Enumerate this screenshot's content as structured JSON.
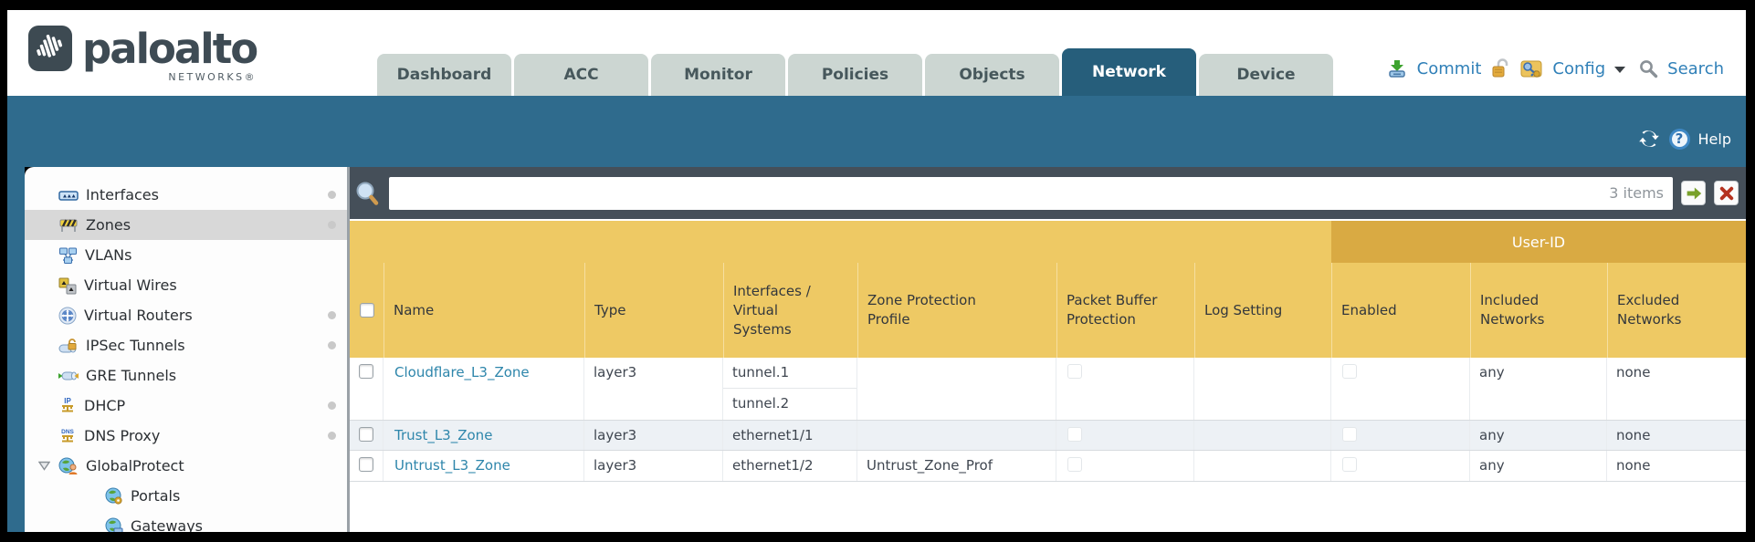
{
  "brand": {
    "wordmark": "paloalto",
    "subtext": "NETWORKS®"
  },
  "tabs": [
    {
      "label": "Dashboard"
    },
    {
      "label": "ACC"
    },
    {
      "label": "Monitor"
    },
    {
      "label": "Policies"
    },
    {
      "label": "Objects"
    },
    {
      "label": "Network"
    },
    {
      "label": "Device"
    }
  ],
  "active_tab": "Network",
  "top_actions": {
    "commit": "Commit",
    "config": "Config",
    "search": "Search"
  },
  "teal_toolbar": {
    "help": "Help"
  },
  "filter": {
    "value": "",
    "items_count": "3 items"
  },
  "sidebar": {
    "items": [
      {
        "label": "Interfaces",
        "dot": true
      },
      {
        "label": "Zones",
        "dot": true,
        "selected": true
      },
      {
        "label": "VLANs"
      },
      {
        "label": "Virtual Wires"
      },
      {
        "label": "Virtual Routers",
        "dot": true
      },
      {
        "label": "IPSec Tunnels",
        "dot": true
      },
      {
        "label": "GRE Tunnels"
      },
      {
        "label": "DHCP",
        "dot": true
      },
      {
        "label": "DNS Proxy",
        "dot": true
      },
      {
        "label": "GlobalProtect",
        "expanded": true
      },
      {
        "label": "Portals",
        "child": true
      },
      {
        "label": "Gateways",
        "child": true
      }
    ]
  },
  "table": {
    "group_header": "User-ID",
    "columns": {
      "name": "Name",
      "type": "Type",
      "interfaces": "Interfaces /\nVirtual\nSystems",
      "zpp": "Zone Protection\nProfile",
      "pbp": "Packet Buffer\nProtection",
      "log": "Log Setting",
      "enabled": "Enabled",
      "included": "Included\nNetworks",
      "excluded": "Excluded\nNetworks"
    },
    "rows": [
      {
        "name": "Cloudflare_L3_Zone",
        "type": "layer3",
        "interfaces": [
          "tunnel.1",
          "tunnel.2"
        ],
        "zpp": "",
        "log": "",
        "included": "any",
        "excluded": "none"
      },
      {
        "name": "Trust_L3_Zone",
        "type": "layer3",
        "interfaces": [
          "ethernet1/1"
        ],
        "zpp": "",
        "log": "",
        "included": "any",
        "excluded": "none"
      },
      {
        "name": "Untrust_L3_Zone",
        "type": "layer3",
        "interfaces": [
          "ethernet1/2"
        ],
        "zpp": "Untrust_Zone_Prof",
        "log": "",
        "included": "any",
        "excluded": "none"
      }
    ]
  },
  "colors": {
    "teal": "#2f6b8d",
    "header_gold": "#eec964",
    "group_gold": "#d9aa43",
    "link_blue": "#2e86ab",
    "action_blue": "#3080b8",
    "filter_bar": "#454f59"
  }
}
